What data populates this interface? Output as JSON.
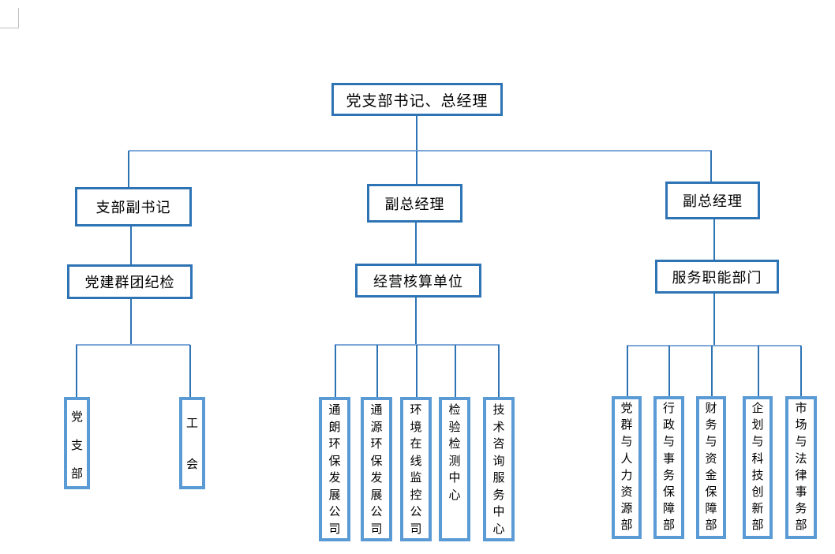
{
  "colors": {
    "node_border_dark": "#2E74B5",
    "node_border_light": "#5B9BD5",
    "line": "#2E74B5",
    "line_light": "#7FA7D9",
    "corner_mark": "#C0C0C0",
    "text": "#000000",
    "page_bg": "#FFFFFF"
  },
  "org_chart": {
    "root": {
      "label": "党支部书记、总经理"
    },
    "level2": [
      {
        "label": "支部副书记"
      },
      {
        "label": "副总经理"
      },
      {
        "label": "副总经理"
      }
    ],
    "level3": [
      {
        "label": "党建群团纪检"
      },
      {
        "label": "经营核算单位"
      },
      {
        "label": "服务职能部门"
      }
    ],
    "groups": [
      {
        "parent": "党建群团纪检",
        "children": [
          "党支部",
          "工会"
        ]
      },
      {
        "parent": "经营核算单位",
        "children": [
          "通朗环保发展公司",
          "通源环保发展公司",
          "环境在线监控公司",
          "检验检测中心",
          "技术咨询服务中心"
        ]
      },
      {
        "parent": "服务职能部门",
        "children": [
          "党群与人力资源部",
          "行政与事务保障部",
          "财务与资金保障部",
          "企划与科技创新部",
          "市场与法律事务部"
        ]
      }
    ]
  }
}
